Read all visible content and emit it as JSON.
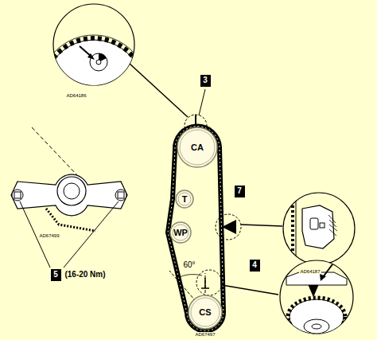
{
  "diagram": {
    "nodes": [
      {
        "text": [
          "3"
        ]
      },
      {
        "text": [
          "CA"
        ]
      },
      {
        "text": [
          "T"
        ]
      },
      {
        "text": [
          "WP"
        ]
      },
      {
        "text": [
          "7"
        ]
      },
      {
        "text": [
          "4"
        ]
      },
      {
        "text": [
          "CS"
        ]
      },
      {
        "text": [
          "5"
        ]
      }
    ],
    "labels": [
      "AD64186",
      "AD67499",
      "(16-20 Nm)",
      "AD64187",
      "60°",
      "AD67497"
    ]
  }
}
